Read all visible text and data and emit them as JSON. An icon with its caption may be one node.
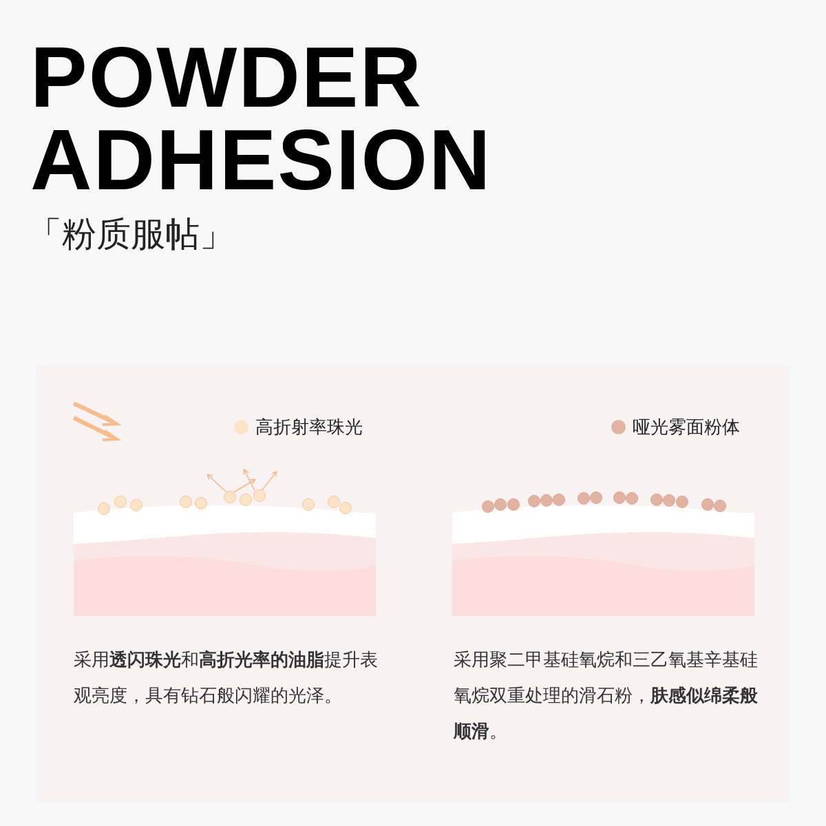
{
  "diagram": {
    "title": "POWDER ADHESION",
    "labels": [
      "「粉质服帖」",
      "采用**透闪珠光**和**高折光率的油脂**提升表观亮度，具有钻石般闪耀的光泽。",
      "采用聚二甲基硅氧烷和三乙氧基辛基硅氧烷双重处理的滑石粉，**肤感似绵柔般顺滑**。"
    ],
    "legend": [
      {
        "text": "高折射率珠光",
        "color": "#fbe3c8"
      },
      {
        "text": "哑光雾面粉体",
        "color": "#e2b2a2"
      }
    ]
  }
}
